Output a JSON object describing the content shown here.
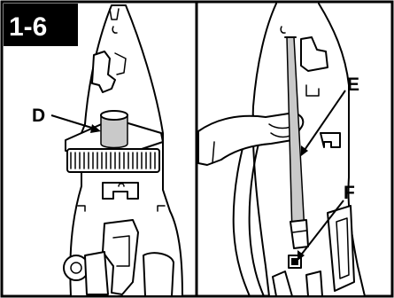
{
  "step": {
    "label": "1-6"
  },
  "callouts": {
    "d": "D",
    "e": "E",
    "f": "F"
  },
  "colors": {
    "step_badge": "#000000",
    "background": "#ffffff",
    "part_shading": "#c9c9c9"
  }
}
